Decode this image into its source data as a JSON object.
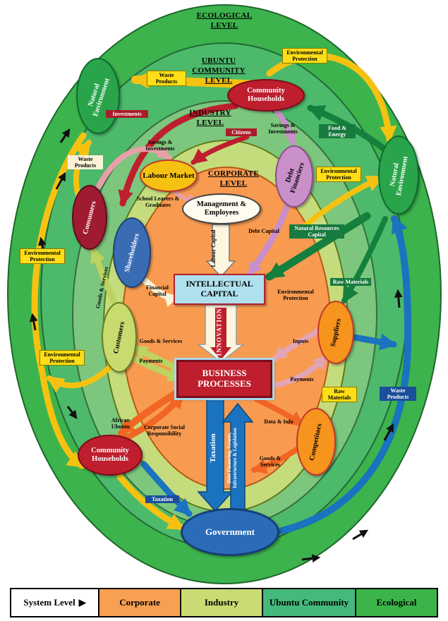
{
  "levels": {
    "ecological": {
      "label": "ECOLOGICAL LEVEL"
    },
    "ubuntu": {
      "label": "UBUNTU COMMUNITY LEVEL"
    },
    "industry": {
      "label": "INDUSTRY LEVEL"
    },
    "corporate": {
      "label": "CORPORATE LEVEL"
    }
  },
  "nodes": {
    "natural_environment_tl": "Natural Environment",
    "community_households_top": "Community Households",
    "labour_market": "Labour Market",
    "debt_financiers": "Debt Financiers",
    "management_employees": "Management & Employees",
    "consumers": "Consumers",
    "shareholders": "Shareholders",
    "customers": "Customers",
    "natural_environment_right": "Natural Environment",
    "suppliers": "Suppliers",
    "competitors": "Competitors",
    "community_households_bottom": "Community Households",
    "government": "Government",
    "intellectual_capital": "INTELLECTUAL CAPITAL",
    "business_processes": "BUSINESS PROCESSES"
  },
  "flows": {
    "env_protection_top_right": "Environmental Protection",
    "waste_products_top": "Waste Products",
    "investments": "Investments",
    "citizens": "Citizens",
    "savings_investments_right": "Savings & Investments",
    "savings_investments_left": "Savings & Investments",
    "food_energy": "Food & Energy",
    "waste_products_left": "Waste Products",
    "env_protection_right": "Environmental Protection",
    "school_leavers_graduates": "School Leavers & Graduates",
    "debt_capital": "Debt Capital",
    "natural_resources_capital": "Natural Resources Capital",
    "labour_capital": "Labour Capital",
    "env_protection_left": "Environmental Protection",
    "financial_capital": "Financial Capital",
    "goods_services_left_vertical": "Goods & Services",
    "env_protection_center": "Environmental Protection",
    "raw_materials_right": "Raw Materials",
    "goods_services_customers": "Goods & Services",
    "payments_customers": "Payments",
    "innovation": "INNOVATION",
    "inputs": "Inputs",
    "payments_suppliers": "Payments",
    "raw_materials_bottom": "Raw Materials",
    "waste_products_right": "Waste Products",
    "env_protection_bottom_left": "Environmental Protection",
    "african_ubuntu": "African Ubuntu",
    "corporate_social_responsibility": "Corporate Social Responsibility",
    "data_info": "Data & Info",
    "goods_services_bottom": "Goods & Services",
    "taxation_main": "Taxation",
    "debt_financing": "Debt Financing, Grants, Infrastructure & Legislation",
    "taxation_households": "Taxation"
  },
  "legend": {
    "title": "System Level",
    "arrow": "▶",
    "items": [
      {
        "label": "Corporate",
        "color": "#F7A053"
      },
      {
        "label": "Industry",
        "color": "#C9DC74"
      },
      {
        "label": "Ubuntu Community",
        "color": "#45B97C"
      },
      {
        "label": "Ecological",
        "color": "#3BB54A"
      }
    ]
  }
}
